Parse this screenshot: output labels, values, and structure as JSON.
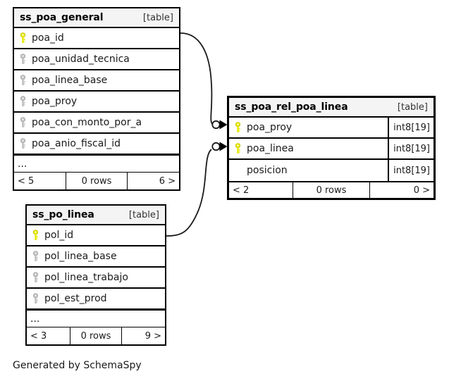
{
  "diagram": {
    "kind_label": "[table]",
    "ellipsis": "...",
    "caption": "Generated by SchemaSpy",
    "colors": {
      "primary_key": "#e8e800",
      "index_key": "#bdbdbd",
      "border": "#000000",
      "header_bg": "#f4f4f4",
      "page_bg": "#ffffff"
    }
  },
  "tables": [
    {
      "id": "ss_poa_general",
      "name": "ss_poa_general",
      "kind": "[table]",
      "emphasis": false,
      "show_types": false,
      "columns": [
        {
          "name": "poa_id",
          "key": "primary"
        },
        {
          "name": "poa_unidad_tecnica",
          "key": "index"
        },
        {
          "name": "poa_linea_base",
          "key": "index"
        },
        {
          "name": "poa_proy",
          "key": "index"
        },
        {
          "name": "poa_con_monto_por_a",
          "key": "index"
        },
        {
          "name": "poa_anio_fiscal_id",
          "key": "index"
        }
      ],
      "has_more": true,
      "more_label": "...",
      "footer": {
        "left": "< 5",
        "center": "0 rows",
        "right": "6 >"
      }
    },
    {
      "id": "ss_poa_rel_poa_linea",
      "name": "ss_poa_rel_poa_linea",
      "kind": "[table]",
      "emphasis": true,
      "show_types": true,
      "columns": [
        {
          "name": "poa_proy",
          "key": "primary",
          "type": "int8[19]"
        },
        {
          "name": "poa_linea",
          "key": "primary",
          "type": "int8[19]"
        },
        {
          "name": "posicion",
          "key": "none",
          "type": "int8[19]"
        }
      ],
      "has_more": false,
      "more_label": "",
      "footer": {
        "left": "< 2",
        "center": "0 rows",
        "right": "0 >"
      }
    },
    {
      "id": "ss_po_linea",
      "name": "ss_po_linea",
      "kind": "[table]",
      "emphasis": false,
      "show_types": false,
      "columns": [
        {
          "name": "pol_id",
          "key": "primary"
        },
        {
          "name": "pol_linea_base",
          "key": "index"
        },
        {
          "name": "pol_linea_trabajo",
          "key": "index"
        },
        {
          "name": "pol_est_prod",
          "key": "index"
        }
      ],
      "has_more": true,
      "more_label": "...",
      "footer": {
        "left": "< 3",
        "center": "0 rows",
        "right": "9 >"
      }
    }
  ],
  "relationships": [
    {
      "id": "rel-poa-general-to-rel-poa-proy",
      "from_table": "ss_poa_general",
      "from_column": "poa_id",
      "to_table": "ss_poa_rel_poa_linea",
      "to_column": "poa_proy",
      "from_cardinality": "one",
      "to_cardinality": "zero-or-many"
    },
    {
      "id": "rel-po-linea-to-rel-poa-linea",
      "from_table": "ss_po_linea",
      "from_column": "pol_id",
      "to_table": "ss_poa_rel_poa_linea",
      "to_column": "poa_linea",
      "from_cardinality": "one",
      "to_cardinality": "zero-or-many"
    }
  ]
}
